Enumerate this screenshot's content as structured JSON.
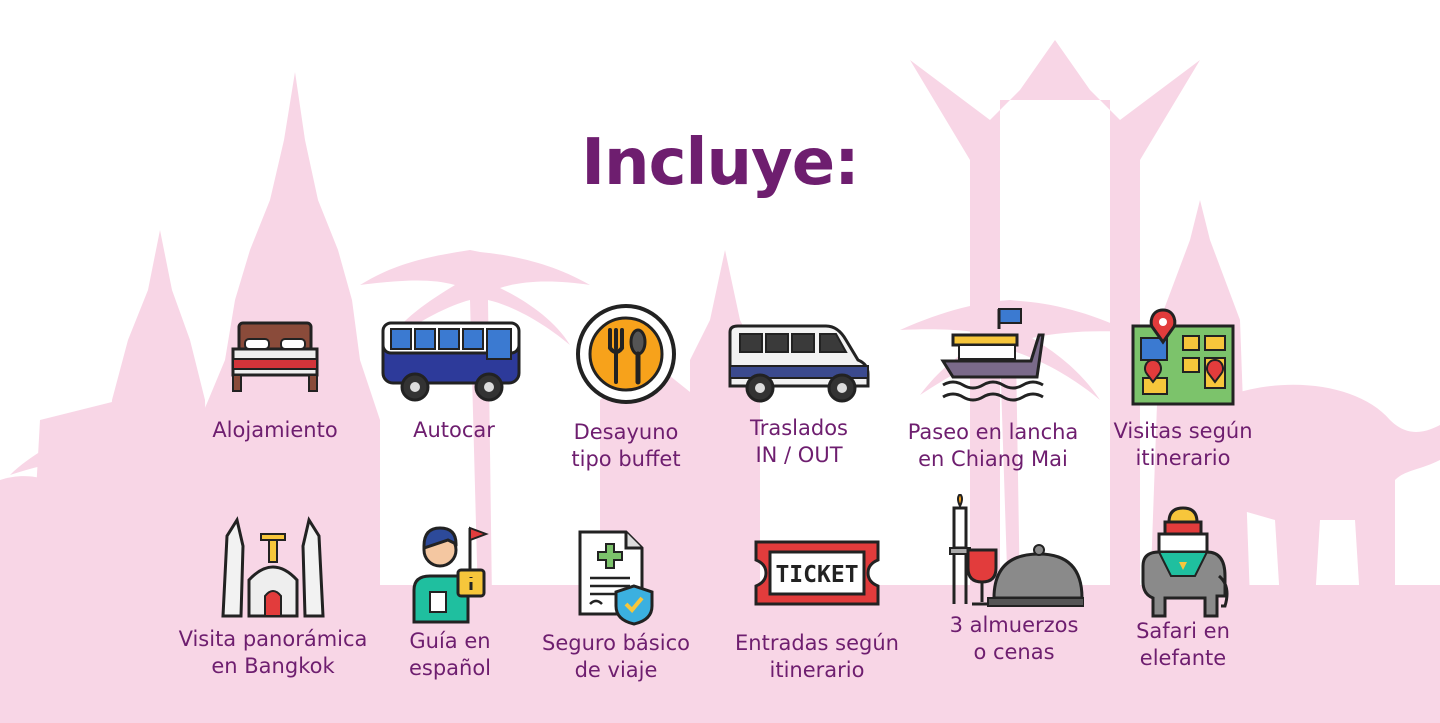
{
  "title": "Incluye:",
  "colors": {
    "accent": "#6e1e6f",
    "background_silhouette": "#f8d6e6",
    "background": "#ffffff"
  },
  "items": [
    {
      "icon": "bed-icon",
      "lines": [
        "Alojamiento"
      ]
    },
    {
      "icon": "bus-icon",
      "lines": [
        "Autocar"
      ]
    },
    {
      "icon": "plate-cutlery-icon",
      "lines": [
        "Desayuno",
        "tipo buffet"
      ]
    },
    {
      "icon": "van-icon",
      "lines": [
        "Traslados",
        "IN / OUT"
      ]
    },
    {
      "icon": "longtail-boat-icon",
      "lines": [
        "Paseo en lancha",
        "en Chiang Mai"
      ]
    },
    {
      "icon": "map-pins-icon",
      "lines": [
        "Visitas según",
        "itinerario"
      ]
    },
    {
      "icon": "temple-monument-icon",
      "lines": [
        "Visita panorámica",
        "en Bangkok"
      ]
    },
    {
      "icon": "tour-guide-icon",
      "lines": [
        "Guía en",
        "español"
      ]
    },
    {
      "icon": "insurance-document-icon",
      "lines": [
        "Seguro básico",
        "de viaje"
      ]
    },
    {
      "icon": "ticket-icon",
      "lines": [
        "Entradas según",
        "itinerario"
      ]
    },
    {
      "icon": "dinner-cloche-icon",
      "lines": [
        "3 almuerzos",
        "o cenas"
      ]
    },
    {
      "icon": "elephant-icon",
      "lines": [
        "Safari en",
        "elefante"
      ]
    }
  ],
  "ticket_text": "TICKET"
}
